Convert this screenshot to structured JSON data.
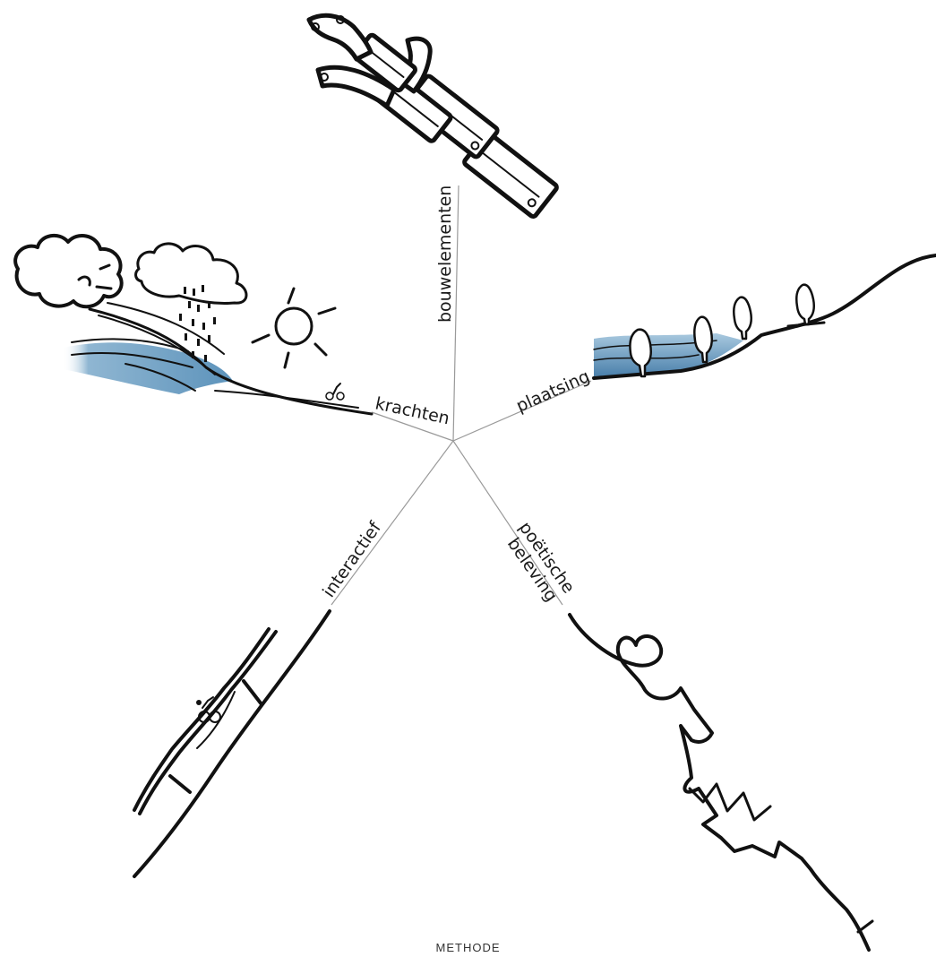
{
  "diagram": {
    "labels": {
      "top": "bouwelementen",
      "left": "krachten",
      "right": "plaatsing",
      "bottom_left": "interactief",
      "bottom_right_line1": "poëtische",
      "bottom_right_line2": "beleving"
    },
    "footer": "METHODE",
    "illustrations": [
      "toy-track-pieces-icon",
      "weather-forces-icon",
      "dyke-placement-icon",
      "cyclist-on-bridge-icon",
      "heart-loop-path-icon"
    ],
    "colors": {
      "water_light": "#9dc0d8",
      "water_dark": "#4f86b0",
      "spoke": "#9a9a9a",
      "ink": "#111111"
    }
  }
}
